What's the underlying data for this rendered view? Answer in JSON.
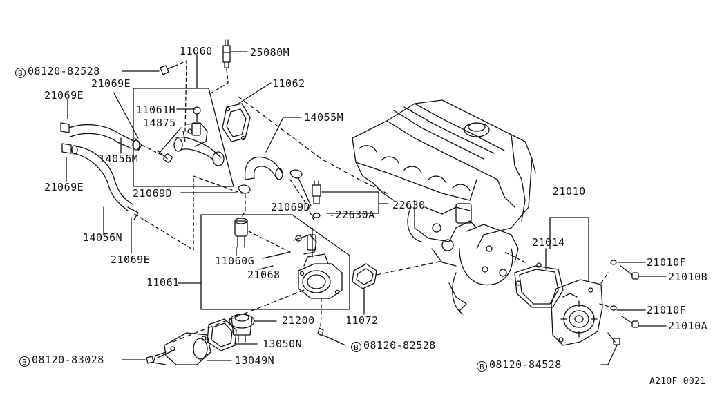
{
  "diagram_code": "A210F 0021",
  "bolt_symbol": "B",
  "labels": {
    "p25080M": "25080M",
    "p11060": "11060",
    "p08120_82528_top": "08120-82528",
    "p21069E_a": "21069E",
    "p21069E_b": "21069E",
    "p11062": "11062",
    "p11061H": "11061H",
    "p14875": "14875",
    "p14055M": "14055M",
    "p14056M": "14056M",
    "p21069E_c": "21069E",
    "p21069D_a": "21069D",
    "p21069D_b": "21069D",
    "p22630": "22630",
    "p22630A": "22630A",
    "p14056N": "14056N",
    "p21069E_d": "21069E",
    "p11060G": "11060G",
    "p21068": "21068",
    "p11061": "11061",
    "p21200": "21200",
    "p11072": "11072",
    "p13050N": "13050N",
    "p08120_82528_mid": "08120-82528",
    "p08120_83028": "08120-83028",
    "p13049N": "13049N",
    "p21010": "21010",
    "p21014": "21014",
    "p21010F_a": "21010F",
    "p21010B": "21010B",
    "p21010F_b": "21010F",
    "p21010A": "21010A",
    "p08120_84528": "08120-84528"
  }
}
